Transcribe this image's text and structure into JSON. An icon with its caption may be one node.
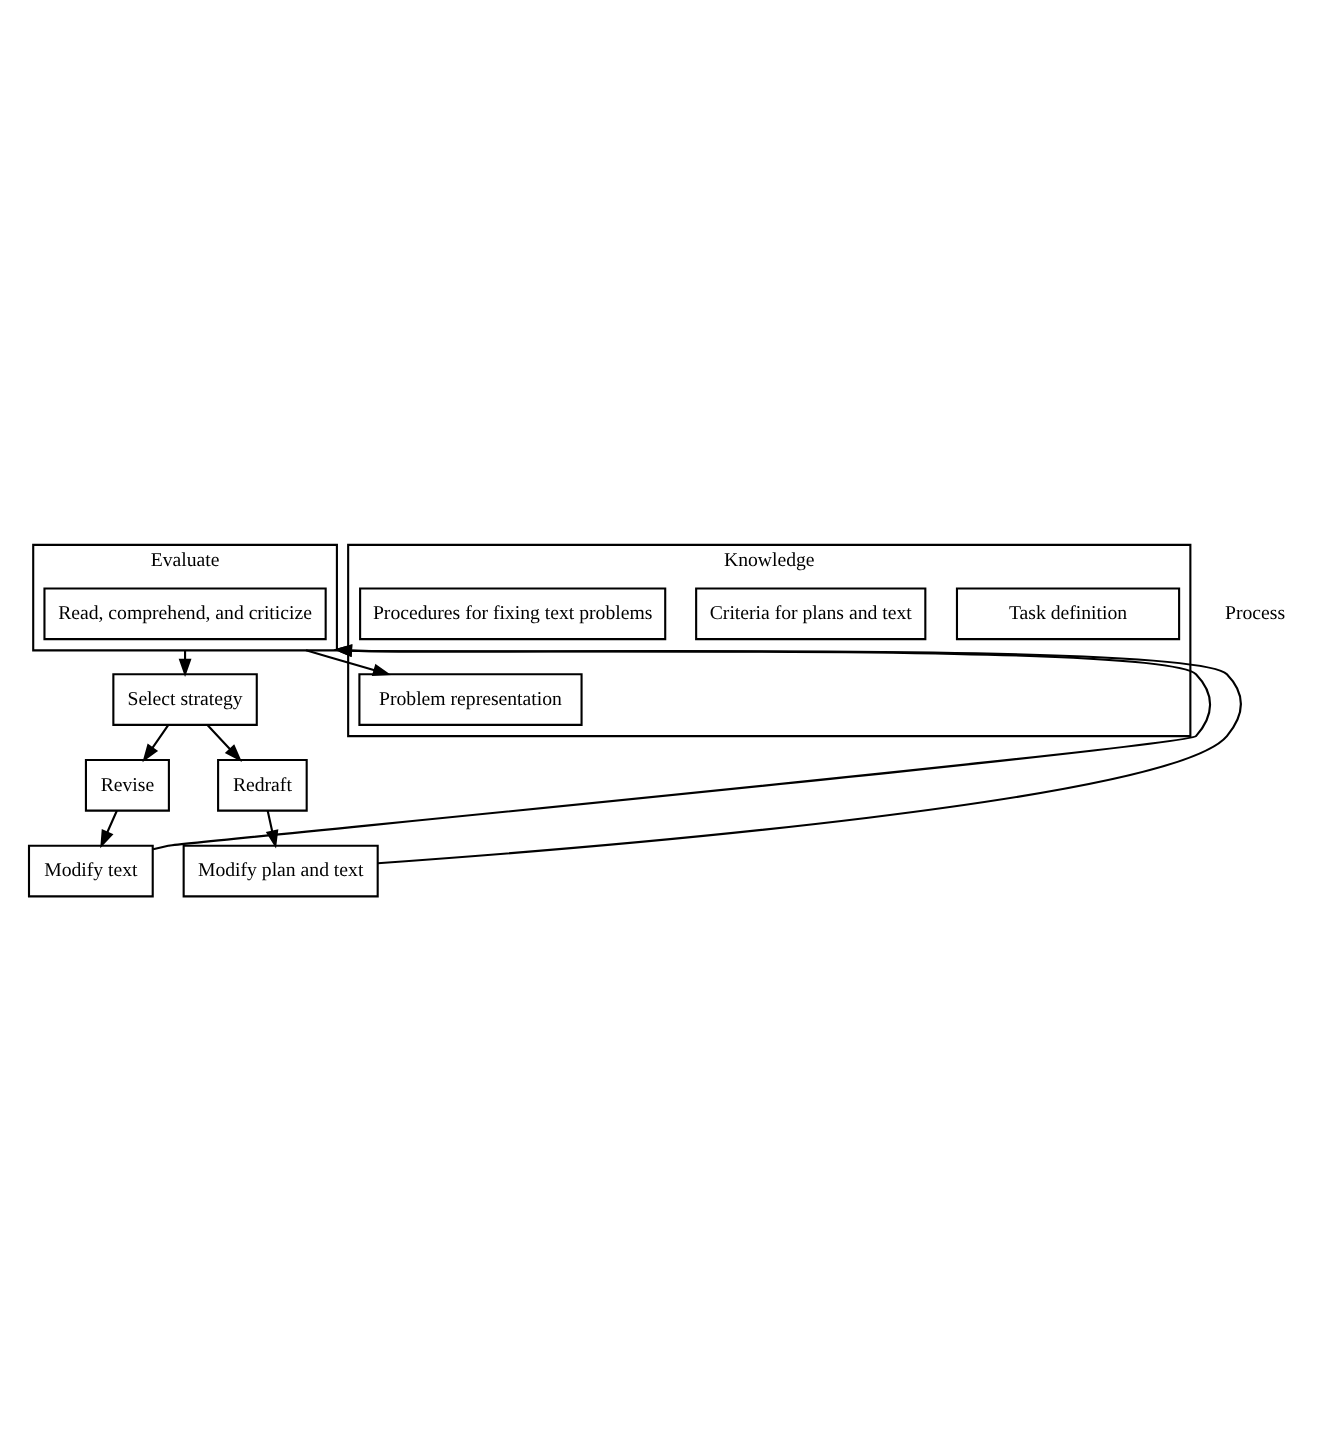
{
  "diagram": {
    "nodes": [
      {
        "text": [
          "Evaluate"
        ]
      },
      {
        "text": [
          "Read, comprehend, and criticize"
        ],
        "in": 0
      },
      {
        "text": [
          "Select strategy"
        ]
      },
      {
        "text": [
          "Revise"
        ]
      },
      {
        "text": [
          "Redraft"
        ]
      },
      {
        "text": [
          "Modify text"
        ]
      },
      {
        "text": [
          "Modify plan and text"
        ]
      },
      {
        "text": [
          "Knowledge"
        ]
      },
      {
        "text": [
          "Task definition"
        ],
        "in": 7
      },
      {
        "text": [
          "Criteria for plans and text"
        ],
        "in": 7
      },
      {
        "text": [
          "Problem representation"
        ],
        "in": 7
      },
      {
        "text": [
          "Procedures for fixing text problems"
        ],
        "in": 7
      }
    ],
    "edges": [
      {
        "from": 0,
        "to": 2,
        "arrow": "to"
      },
      {
        "from": 0,
        "to": 10,
        "arrow": "to"
      },
      {
        "from": 2,
        "to": 3,
        "arrow": "to"
      },
      {
        "from": 2,
        "to": 4,
        "arrow": "to"
      },
      {
        "from": 3,
        "to": 5,
        "arrow": "to"
      },
      {
        "from": 4,
        "to": 6,
        "arrow": "to"
      },
      {
        "from": 5,
        "to": 0,
        "arrow": "to"
      },
      {
        "from": 6,
        "to": 0,
        "arrow": "to"
      }
    ],
    "labels": [
      "Process"
    ]
  }
}
